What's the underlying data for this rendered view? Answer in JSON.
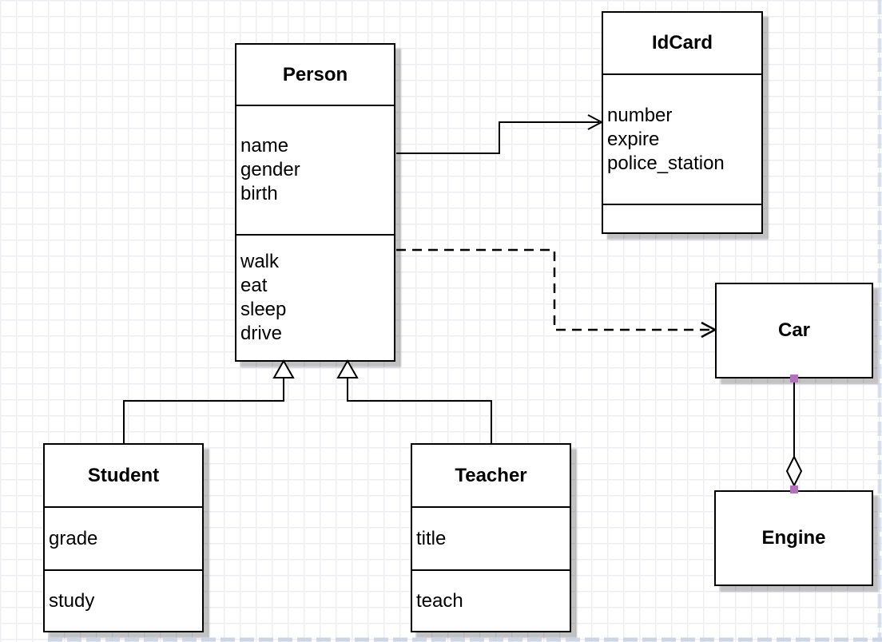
{
  "diagram": {
    "type": "uml-class-diagram",
    "classes": [
      {
        "name": "Person",
        "attributes": [
          "name",
          "gender",
          "birth"
        ],
        "methods": [
          "walk",
          "eat",
          "sleep",
          "drive"
        ]
      },
      {
        "name": "IdCard",
        "attributes": [
          "number",
          "expire",
          "police_station"
        ],
        "methods": []
      },
      {
        "name": "Car",
        "attributes": [],
        "methods": []
      },
      {
        "name": "Engine",
        "attributes": [],
        "methods": []
      },
      {
        "name": "Student",
        "attributes": [
          "grade"
        ],
        "methods": [
          "study"
        ]
      },
      {
        "name": "Teacher",
        "attributes": [
          "title"
        ],
        "methods": [
          "teach"
        ]
      }
    ],
    "relations": [
      {
        "from": "Person",
        "to": "IdCard",
        "type": "association",
        "line": "solid",
        "marker": "open-arrow"
      },
      {
        "from": "Person",
        "to": "Car",
        "type": "dependency",
        "line": "dashed",
        "marker": "open-arrow"
      },
      {
        "from": "Student",
        "to": "Person",
        "type": "generalization",
        "line": "solid",
        "marker": "hollow-triangle"
      },
      {
        "from": "Teacher",
        "to": "Person",
        "type": "generalization",
        "line": "solid",
        "marker": "hollow-triangle"
      },
      {
        "from": "Car",
        "to": "Engine",
        "type": "aggregation",
        "line": "solid",
        "marker": "hollow-diamond",
        "endpoint_markers": "purple-squares"
      }
    ],
    "colors": {
      "line": "#000000",
      "box_fill": "#ffffff",
      "grid": "#ededf3",
      "shadow": "rgba(0,0,0,0.24)",
      "endpoint_marker": "#b56ec0",
      "page_break": "#ccd5e2"
    }
  }
}
